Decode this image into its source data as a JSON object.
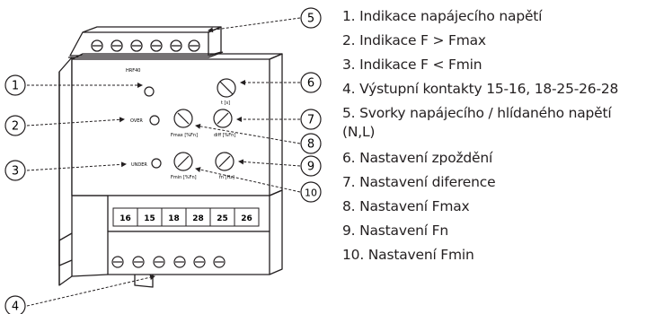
{
  "device": {
    "model": "HRF40",
    "led_labels": [
      "OVER",
      "UNDER"
    ],
    "terminals": [
      "16",
      "15",
      "18",
      "28",
      "25",
      "26"
    ],
    "knob_labels": {
      "fmax": "Fmax [%Fn]",
      "diff": "diff [%Fn]",
      "fn": "fn [Hz]",
      "fmin": "Fmin [%Fn]",
      "delay": "t [s]"
    }
  },
  "callouts": [
    "1",
    "2",
    "3",
    "4",
    "5",
    "6",
    "7",
    "8",
    "9",
    "10"
  ],
  "legend": [
    "1. Indikace napájecího napětí",
    "2. Indikace F > Fmax",
    "3. Indikace F < Fmin",
    "4. Výstupní kontakty 15-16, 18-25-26-28",
    "5. Svorky napájecího / hlídaného napětí",
    "(N,L)",
    "6. Nastavení zpoždění",
    "7. Nastavení diference",
    "8. Nastavení Fmax",
    "9. Nastavení Fn",
    "10. Nastavení Fmin"
  ]
}
